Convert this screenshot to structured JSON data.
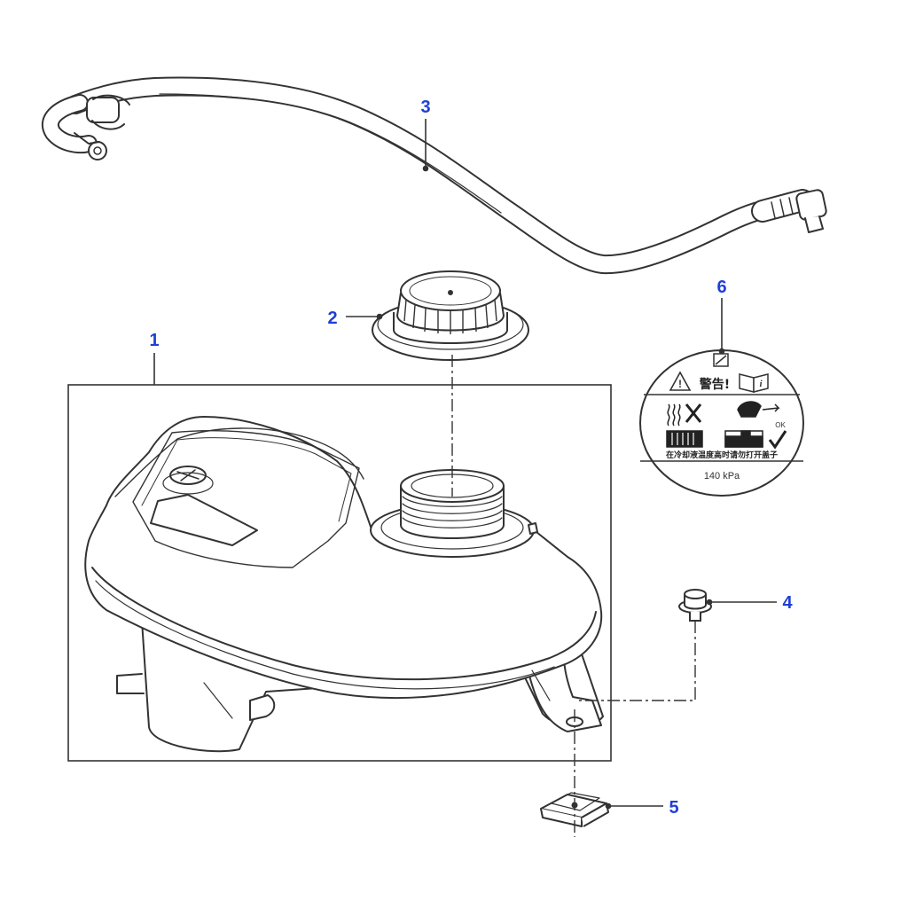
{
  "diagram": {
    "callouts": [
      {
        "id": "1",
        "text": "1"
      },
      {
        "id": "2",
        "text": "2"
      },
      {
        "id": "3",
        "text": "3"
      },
      {
        "id": "4",
        "text": "4"
      },
      {
        "id": "5",
        "text": "5"
      },
      {
        "id": "6",
        "text": "6"
      }
    ],
    "callout_color": "#1f3fd6",
    "line_color": "#333333",
    "warning_label": {
      "heading": "警告!",
      "instruction_text": "在冷却液温度高时请勿打开盖子",
      "ok_text": "OK",
      "pressure_text": "140 kPa"
    }
  }
}
